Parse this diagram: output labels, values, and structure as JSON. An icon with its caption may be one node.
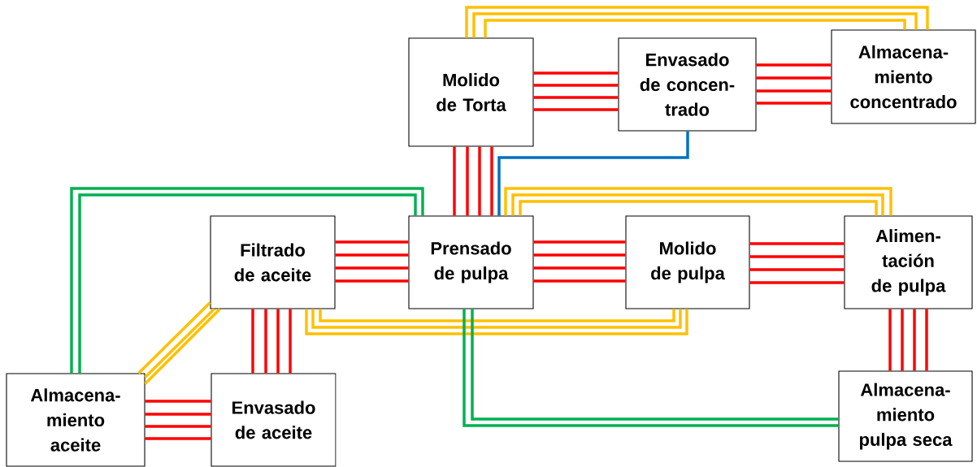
{
  "diagram": {
    "nodes": [
      {
        "text": [
          "Molido de Torta"
        ]
      },
      {
        "text": [
          "Envasado de concen- trado"
        ]
      },
      {
        "text": [
          "Almacena- miento concentrado"
        ]
      },
      {
        "text": [
          "Filtrado de aceite"
        ]
      },
      {
        "text": [
          "Prensado de pulpa"
        ]
      },
      {
        "text": [
          "Molido de pulpa"
        ]
      },
      {
        "text": [
          "Alimen- tación de pulpa"
        ]
      },
      {
        "text": [
          "Almacena- miento aceite"
        ]
      },
      {
        "text": [
          "Envasado de aceite"
        ]
      },
      {
        "text": [
          "Almacena- miento pulpa seca"
        ]
      }
    ],
    "edges": [
      {
        "from": 0,
        "to": 1,
        "arrow": "none"
      },
      {
        "from": 0,
        "to": 1,
        "arrow": "none"
      },
      {
        "from": 0,
        "to": 1,
        "arrow": "none"
      },
      {
        "from": 0,
        "to": 1,
        "arrow": "none"
      },
      {
        "from": 1,
        "to": 2,
        "arrow": "none"
      },
      {
        "from": 1,
        "to": 2,
        "arrow": "none"
      },
      {
        "from": 1,
        "to": 2,
        "arrow": "none"
      },
      {
        "from": 1,
        "to": 2,
        "arrow": "none"
      },
      {
        "from": 0,
        "to": 2,
        "arrow": "none",
        "color": "#ffc000"
      },
      {
        "from": 0,
        "to": 2,
        "arrow": "none",
        "color": "#ffc000"
      },
      {
        "from": 0,
        "to": 2,
        "arrow": "none",
        "color": "#ffc000"
      },
      {
        "from": 0,
        "to": 4,
        "arrow": "none"
      },
      {
        "from": 0,
        "to": 4,
        "arrow": "none"
      },
      {
        "from": 0,
        "to": 4,
        "arrow": "none"
      },
      {
        "from": 0,
        "to": 4,
        "arrow": "none"
      },
      {
        "from": 1,
        "to": 4,
        "arrow": "none",
        "color": "#0070c0"
      },
      {
        "from": 3,
        "to": 4,
        "arrow": "none"
      },
      {
        "from": 3,
        "to": 4,
        "arrow": "none"
      },
      {
        "from": 3,
        "to": 4,
        "arrow": "none"
      },
      {
        "from": 3,
        "to": 4,
        "arrow": "none"
      },
      {
        "from": 4,
        "to": 5,
        "arrow": "none"
      },
      {
        "from": 4,
        "to": 5,
        "arrow": "none"
      },
      {
        "from": 4,
        "to": 5,
        "arrow": "none"
      },
      {
        "from": 4,
        "to": 5,
        "arrow": "none"
      },
      {
        "from": 5,
        "to": 6,
        "arrow": "none"
      },
      {
        "from": 5,
        "to": 6,
        "arrow": "none"
      },
      {
        "from": 5,
        "to": 6,
        "arrow": "none"
      },
      {
        "from": 5,
        "to": 6,
        "arrow": "none"
      },
      {
        "from": 4,
        "to": 6,
        "arrow": "none",
        "color": "#ffc000"
      },
      {
        "from": 4,
        "to": 6,
        "arrow": "none",
        "color": "#ffc000"
      },
      {
        "from": 4,
        "to": 6,
        "arrow": "none",
        "color": "#ffc000"
      },
      {
        "from": 7,
        "to": 4,
        "arrow": "none",
        "color": "#00b050"
      },
      {
        "from": 7,
        "to": 4,
        "arrow": "none",
        "color": "#00b050"
      },
      {
        "from": 3,
        "to": 5,
        "arrow": "none",
        "color": "#ffc000"
      },
      {
        "from": 3,
        "to": 5,
        "arrow": "none",
        "color": "#ffc000"
      },
      {
        "from": 3,
        "to": 5,
        "arrow": "none",
        "color": "#ffc000"
      },
      {
        "from": 3,
        "to": 7,
        "arrow": "none",
        "color": "#ffc000"
      },
      {
        "from": 3,
        "to": 7,
        "arrow": "none",
        "color": "#ffc000"
      },
      {
        "from": 3,
        "to": 7,
        "arrow": "none",
        "color": "#ffc000"
      },
      {
        "from": 3,
        "to": 8,
        "arrow": "none"
      },
      {
        "from": 3,
        "to": 8,
        "arrow": "none"
      },
      {
        "from": 3,
        "to": 8,
        "arrow": "none"
      },
      {
        "from": 3,
        "to": 8,
        "arrow": "none"
      },
      {
        "from": 7,
        "to": 8,
        "arrow": "none"
      },
      {
        "from": 7,
        "to": 8,
        "arrow": "none"
      },
      {
        "from": 7,
        "to": 8,
        "arrow": "none"
      },
      {
        "from": 7,
        "to": 8,
        "arrow": "none"
      },
      {
        "from": 6,
        "to": 9,
        "arrow": "none"
      },
      {
        "from": 6,
        "to": 9,
        "arrow": "none"
      },
      {
        "from": 6,
        "to": 9,
        "arrow": "none"
      },
      {
        "from": 6,
        "to": 9,
        "arrow": "none"
      },
      {
        "from": 4,
        "to": 9,
        "arrow": "none",
        "color": "#00b050"
      },
      {
        "from": 4,
        "to": 9,
        "arrow": "none",
        "color": "#00b050"
      }
    ]
  }
}
